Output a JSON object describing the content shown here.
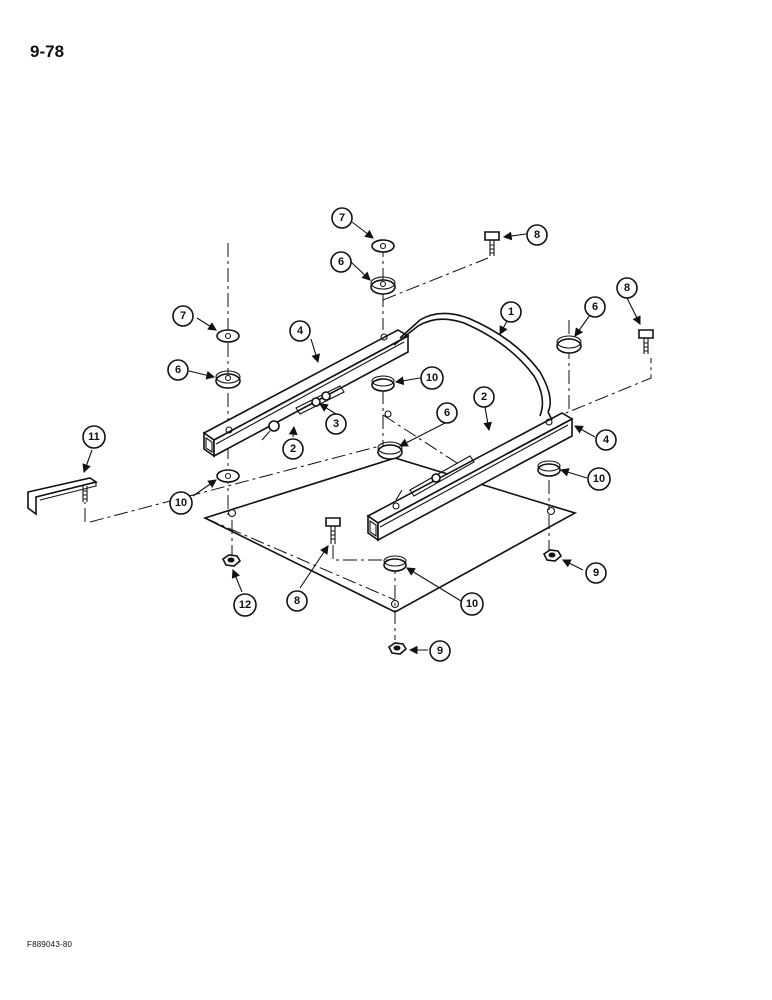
{
  "page": {
    "number": "9-78",
    "figure_code": "F889043-80"
  },
  "callouts": {
    "c1": "1",
    "c2a": "2",
    "c2b": "2",
    "c3": "3",
    "c4a": "4",
    "c4b": "4",
    "c6a": "6",
    "c6b": "6",
    "c6c": "6",
    "c6d": "6",
    "c7a": "7",
    "c7b": "7",
    "c8a": "8",
    "c8b": "8",
    "c8c": "8",
    "c9a": "9",
    "c9b": "9",
    "c10a": "10",
    "c10b": "10",
    "c10c": "10",
    "c10d": "10",
    "c11": "11",
    "c12": "12"
  }
}
